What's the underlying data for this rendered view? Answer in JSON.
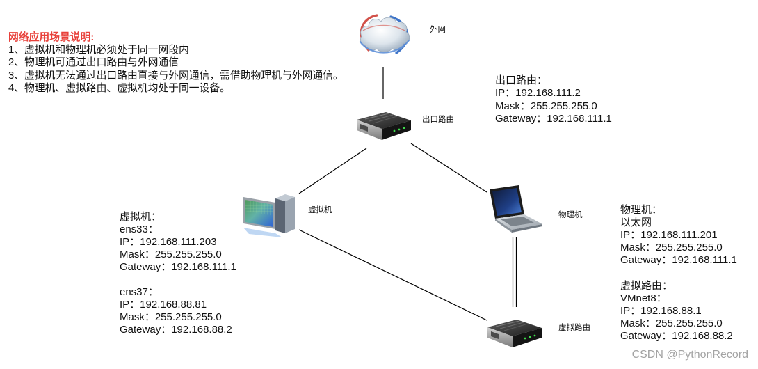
{
  "notes": {
    "title": "网络应用场景说明:",
    "items": [
      "1、虚拟机和物理机必须处于同一网段内",
      "2、物理机可通过出口路由与外网通信",
      "3、虚拟机无法通过出口路由直接与外网通信，需借助物理机与外网通信。",
      "4、物理机、虚拟路由、虚拟机均处于同一设备。"
    ]
  },
  "nodes": {
    "internet": {
      "label": "外网",
      "icon": "cloud-icon"
    },
    "exit_router": {
      "label": "出口路由",
      "icon": "router-icon"
    },
    "virtual_machine": {
      "label": "虚拟机",
      "icon": "desktop-computer-icon"
    },
    "physical_machine": {
      "label": "物理机",
      "icon": "laptop-icon"
    },
    "virtual_router": {
      "label": "虚拟路由",
      "icon": "router-icon"
    }
  },
  "details": {
    "exit_router": {
      "heading": "出口路由：",
      "ip": "IP：192.168.111.2",
      "mask": "Mask：255.255.255.0",
      "gateway": "Gateway：192.168.111.1"
    },
    "virtual_machine": {
      "heading": "虚拟机：",
      "interfaces": [
        {
          "name": "ens33：",
          "ip": "IP：192.168.111.203",
          "mask": "Mask：255.255.255.0",
          "gateway": "Gateway：192.168.111.1"
        },
        {
          "name": "ens37：",
          "ip": "IP：192.168.88.81",
          "mask": "Mask：255.255.255.0",
          "gateway": "Gateway：192.168.88.2"
        }
      ]
    },
    "physical_machine": {
      "heading": "物理机：",
      "interface": "以太网",
      "ip": "IP：192.168.111.201",
      "mask": "Mask：255.255.255.0",
      "gateway": "Gateway：192.168.111.1"
    },
    "virtual_router": {
      "heading": "虚拟路由：",
      "interface": "VMnet8：",
      "ip": "IP：192.168.88.1",
      "mask": "Mask：255.255.255.0",
      "gateway": "Gateway：192.168.88.2"
    }
  },
  "watermark": "CSDN @PythonRecord",
  "colors": {
    "notes_title": "#e8403a",
    "text": "#111111",
    "links": "#000000",
    "watermark": "#a3a3a3"
  }
}
